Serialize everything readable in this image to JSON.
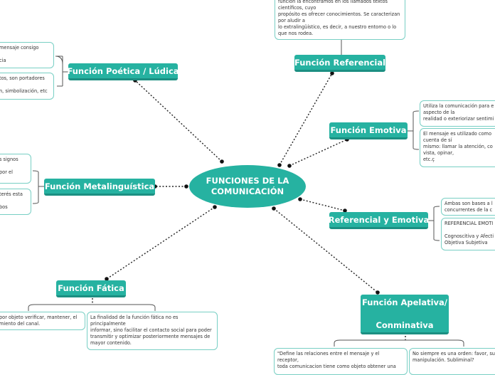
{
  "central": "FUNCIONES DE LA\nCOMUNICACIÓN",
  "topics": {
    "referencial": "Función Referencial",
    "poetica": "Función Poética / Lúdica",
    "emotiva": "Función Emotiva",
    "metalinguistica": "Función Metalinguística",
    "ref_emotiva": "Referencial y Emotiva",
    "fatica": "Función Fática",
    "apelativa": "Función Apelativa/\n\nConminativa"
  },
  "notes": {
    "referencial": "función la encontramos en los llamados textos\ncientíficos, cuyo\npropósito es ofrecer conocimientos. Se caracterizan\npor aludir a\nlo extralingüístico, es decir, a nuestro entorno o lo\nque nos rodea.",
    "poetica_1": "mensaje consigo\n\ncia",
    "poetica_2": "tos, son portadores\n\nn, simbolización, etc",
    "emotiva_1": "Utiliza la comunicación para e\naspecto de la\nrealidad o exteriorizar sentimi",
    "emotiva_2": "El mensaje es utilizado como\ncuenta de sí\nmismo: llamar la atención, co\nvista, opinar,\netc.ç",
    "meta_1": "s signos\n\n por el",
    "meta_2": "terés esta\n\nbos",
    "ref_emotiva_1": "Ambas son bases a l\nconcurrentes de la c",
    "ref_emotiva_2": "REFERENCIAL EMOTI\n\nCognoscitiva y Afecti\nObjetiva Subjetiva",
    "fatica_1": "por objeto verificar, mantener, el\nmiento del canal.",
    "fatica_2": "La finalidad de la función fática no es\nprincipalmente\ninformar, sino facilitar el contacto social para poder\ntransmitir y optimizar posteriormente mensajes de\nmayor contenido.",
    "apelativa_1": "\"Define las relaciones entre el mensaje y el\nreceptor,\ntoda comunicacion tiene como objeto obtener una",
    "apelativa_2": "No siempre es una orden: favor, su\nmanipulación. Subliminal?"
  },
  "colors": {
    "node": "#26b2a1",
    "node_shadow": "#1c8f82",
    "note_border": "#78cfc4",
    "link": "#222222"
  }
}
